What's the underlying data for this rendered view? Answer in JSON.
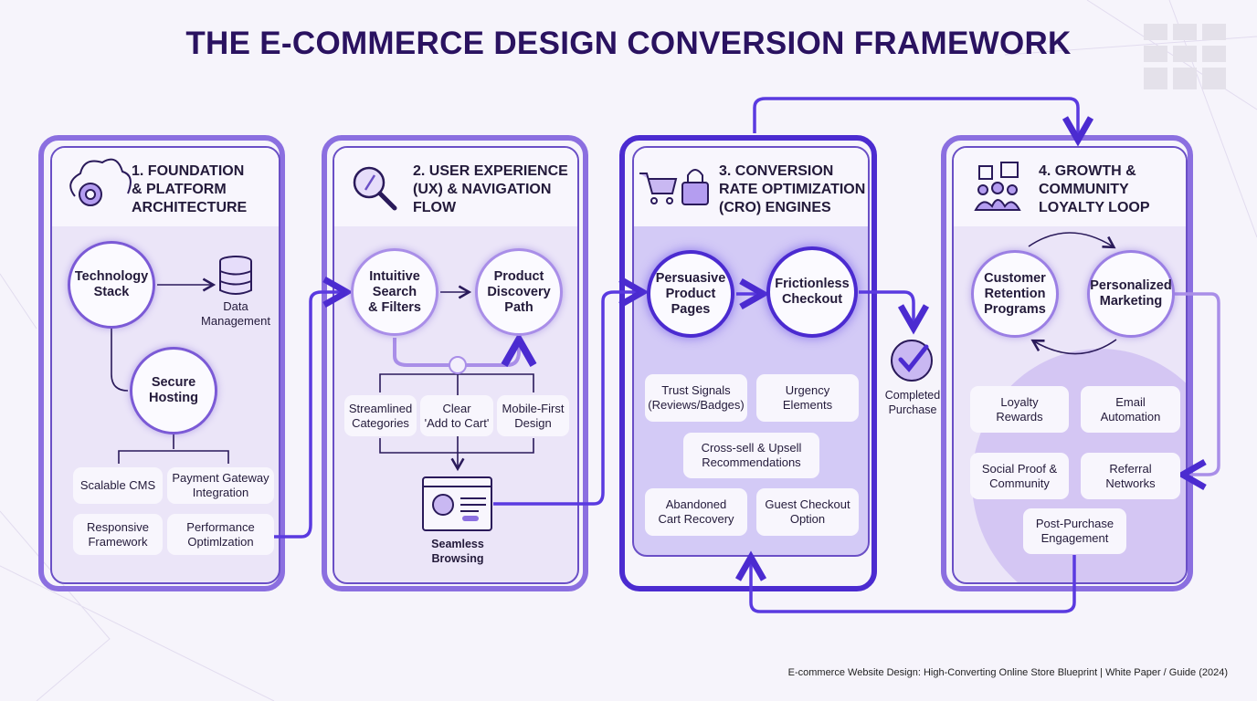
{
  "title": "THE E-COMMERCE DESIGN CONVERSION FRAMEWORK",
  "footer": "E-commerce Website Design: High-Converting Online Store Blueprint | White Paper / Guide (2024)",
  "colors": {
    "accent": "#6a4fc6",
    "dark_accent": "#4b2bd0",
    "title": "#2a1260",
    "panel_body": "#ebe5f8",
    "cro_body": "#d3caf6"
  },
  "panels": [
    {
      "title": "1. FOUNDATION\n& PLATFORM\nARCHITECTURE",
      "icon": "cloud-gear-icon",
      "circles": [
        "Technology\nStack",
        "Secure\nHosting"
      ],
      "data_label": "Data\nManagement",
      "boxes": [
        "Scalable CMS",
        "Payment Gateway\nIntegration",
        "Responsive\nFramework",
        "Performance\nOptimlzation"
      ]
    },
    {
      "title": "2. USER EXPERIENCE\n(UX) & NAVIGATION\nFLOW",
      "icon": "compass-magnifier-icon",
      "circles": [
        "Intuitive\nSearch\n& Filters",
        "Product\nDiscovery\nPath"
      ],
      "boxes": [
        "Streamlined\nCategories",
        "Clear\n'Add to Cart'",
        "Mobile-First\nDesign"
      ],
      "browse_label": "Seamless\nBrowsing"
    },
    {
      "title": "3. CONVERSION\nRATE OPTIMIZATION\n(CRO) ENGINES",
      "icon": "cart-lock-icon",
      "circles": [
        "Persuasive\nProduct\nPages",
        "Frictionless\nCheckout"
      ],
      "boxes": [
        "Trust Signals\n(Reviews/Badges)",
        "Urgency\nElements",
        "Cross-sell & Upsell\nRecommendations",
        "Abandoned\nCart Recovery",
        "Guest Checkout\nOption"
      ],
      "outcome": "Completed\nPurchase"
    },
    {
      "title": "4. GROWTH &\nCOMMUNITY\nLOYALTY LOOP",
      "icon": "community-icon",
      "circles": [
        "Customer\nRetention\nPrograms",
        "Personalized\nMarketing"
      ],
      "boxes": [
        "Loyalty\nRewards",
        "Email\nAutomation",
        "Social Proof &\nCommunity",
        "Referral\nNetworks",
        "Post-Purchase\nEngagement"
      ]
    }
  ]
}
